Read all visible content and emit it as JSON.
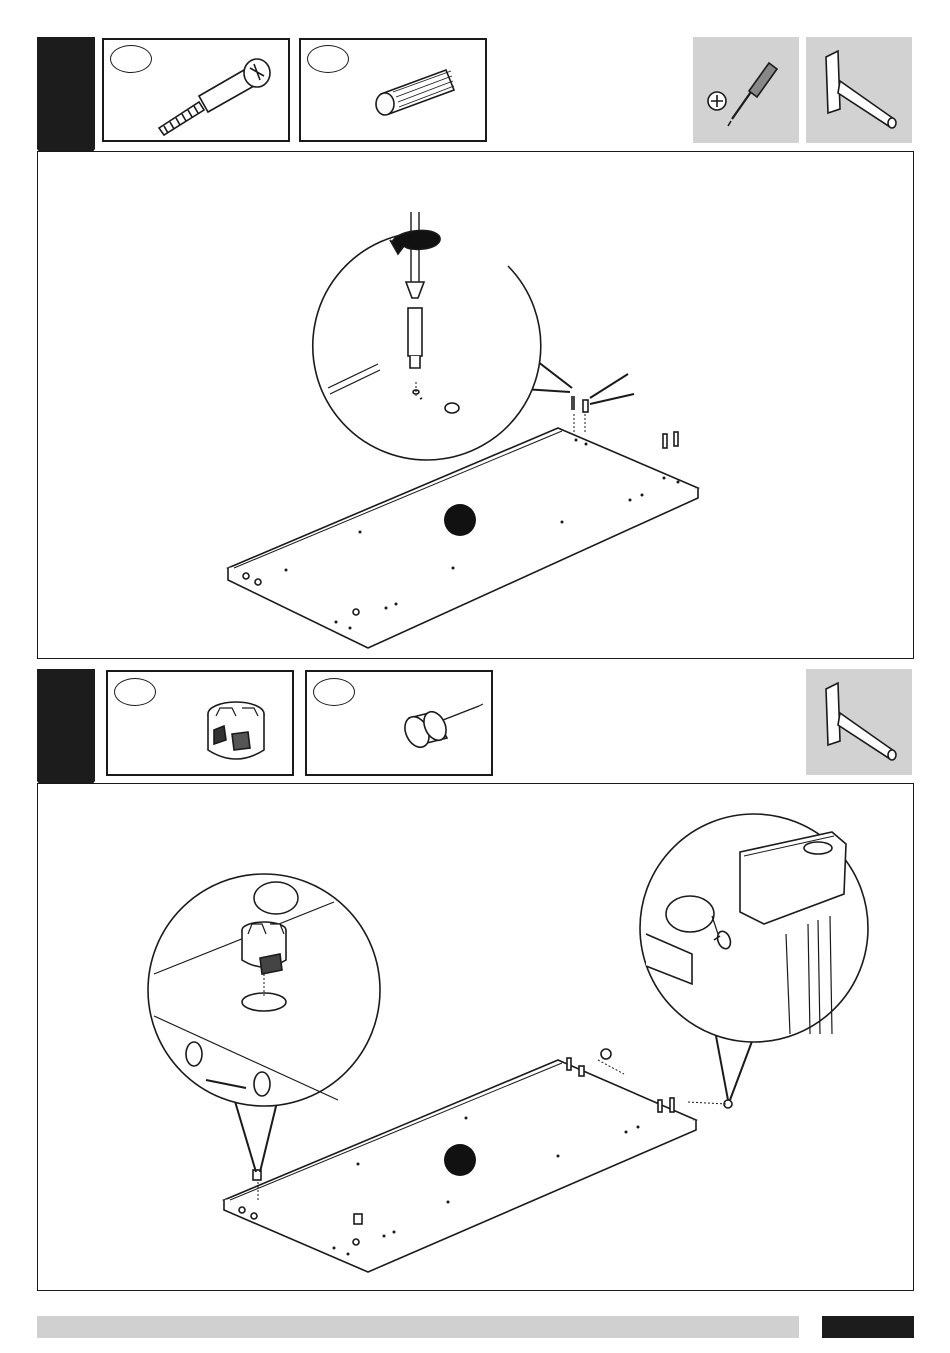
{
  "colors": {
    "ink": "#1a1a1a",
    "tool_panel": "#d2d2d2",
    "footer_bar": "#d0d0d0",
    "footer_block": "#1c1c1c",
    "paper": "#ffffff"
  },
  "steps": [
    {
      "parts": [
        {
          "icon": "cam-bolt-icon",
          "qty_label": ""
        },
        {
          "icon": "wooden-dowel-icon",
          "qty_label": ""
        }
      ],
      "tools": [
        "screwdriver-icon",
        "hammer-icon"
      ],
      "callouts": [
        {
          "icon": "cam-bolt-screwing-detail",
          "label": ""
        },
        {
          "icon": "dowel-hammering-detail",
          "label": ""
        }
      ],
      "panel_label": ""
    },
    {
      "parts": [
        {
          "icon": "cam-lock-icon",
          "qty_label": ""
        },
        {
          "icon": "nail-glide-icon",
          "qty_label": ""
        }
      ],
      "tools": [
        "hammer-icon"
      ],
      "callouts": [
        {
          "icon": "cam-lock-insert-detail",
          "label": ""
        },
        {
          "icon": "glide-hammering-detail",
          "label": ""
        }
      ],
      "panel_label": ""
    }
  ],
  "footer": {
    "page_number": ""
  }
}
